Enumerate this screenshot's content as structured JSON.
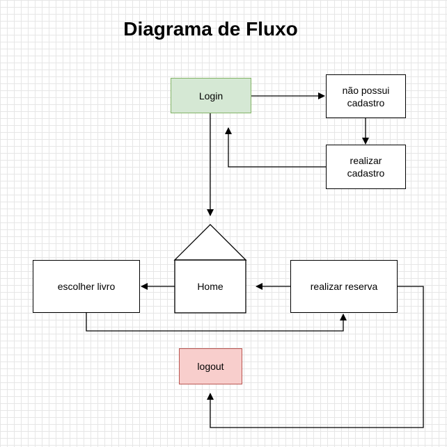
{
  "diagram": {
    "title": "Diagrama de Fluxo",
    "colors": {
      "login_fill": "#d5e8d4",
      "login_stroke": "#82b366",
      "logout_fill": "#f8cecc",
      "logout_stroke": "#b85450",
      "box_fill": "#ffffff",
      "box_stroke": "#000000",
      "grid": "#e6e6e6"
    },
    "nodes": {
      "login": "Login",
      "nao_possui_cadastro": "não possui\ncadastro",
      "realizar_cadastro": "realizar\ncadastro",
      "home": "Home",
      "escolher_livro": "escolher livro",
      "realizar_reserva": "realizar reserva",
      "logout": "logout"
    }
  }
}
